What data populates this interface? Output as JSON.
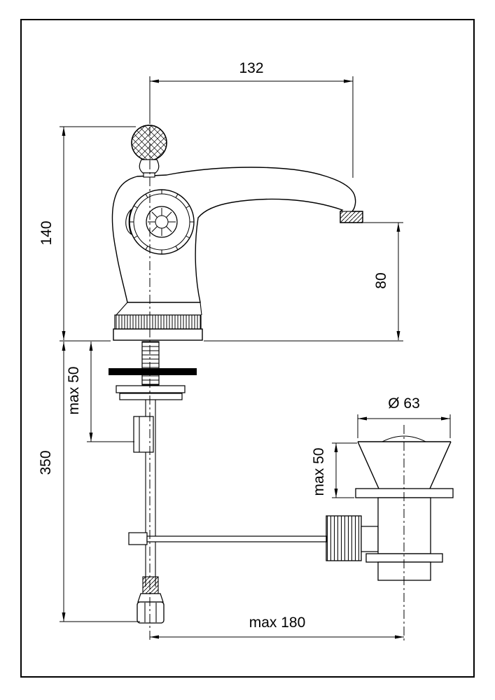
{
  "page": {
    "background": "#ffffff",
    "frame_color": "#000000",
    "ink_color": "#000000"
  },
  "drawing": {
    "type": "technical-dimensional-drawing",
    "dimensions": {
      "spout_reach": {
        "label": "132",
        "orientation": "horizontal"
      },
      "body_height": {
        "label": "140",
        "orientation": "vertical"
      },
      "spout_height": {
        "label": "80",
        "orientation": "vertical"
      },
      "deck_thickness": {
        "label": "max 50",
        "orientation": "vertical"
      },
      "under_body_length": {
        "label": "350",
        "orientation": "vertical"
      },
      "waste_diameter": {
        "label": "Ø 63",
        "orientation": "horizontal"
      },
      "waste_deck_thickness": {
        "label": "max 50",
        "orientation": "vertical"
      },
      "rod_reach": {
        "label": "max 180",
        "orientation": "horizontal"
      }
    }
  }
}
